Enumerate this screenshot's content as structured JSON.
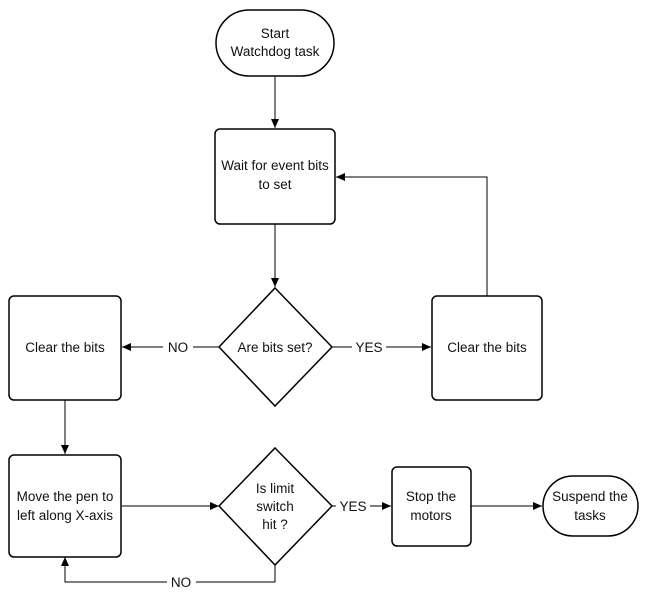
{
  "diagram": {
    "nodes": {
      "start": {
        "lines": [
          "Start",
          "Watchdog task"
        ]
      },
      "wait": {
        "lines": [
          "Wait for event bits",
          "to set"
        ]
      },
      "decision_bits": {
        "lines": [
          "Are bits set?"
        ]
      },
      "clear_left": {
        "lines": [
          "Clear the bits"
        ]
      },
      "clear_right": {
        "lines": [
          "Clear the bits"
        ]
      },
      "move_pen": {
        "lines": [
          "Move the pen to",
          "left along X-axis"
        ]
      },
      "decision_limit": {
        "lines": [
          "Is limit",
          "switch",
          "hit ?"
        ]
      },
      "stop_motors": {
        "lines": [
          "Stop the",
          "motors"
        ]
      },
      "suspend": {
        "lines": [
          "Suspend the",
          "tasks"
        ]
      }
    },
    "edge_labels": {
      "bits_no": "NO",
      "bits_yes": "YES",
      "limit_yes": "YES",
      "limit_no": "NO"
    },
    "colors": {
      "stroke": "#000000",
      "fill": "#ffffff",
      "text": "#111111"
    }
  }
}
